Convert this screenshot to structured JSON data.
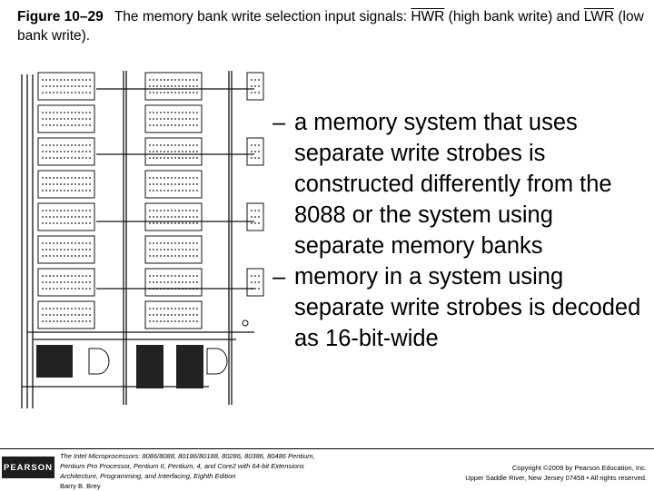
{
  "caption": {
    "figure_label": "Figure 10–29",
    "text_1": "The memory bank write selection input signals:",
    "hwr": "HWR",
    "text_2": "(high bank write) and",
    "lwr": "LWR",
    "text_3": "(low bank write)."
  },
  "bullets": [
    {
      "dash": "–",
      "text": "a memory system that uses separate write strobes is constructed differently from the 8088 or the system using separate memory banks"
    },
    {
      "dash": "–",
      "text": "memory in a system using separate write strobes is decoded as 16-bit-wide"
    }
  ],
  "footer": {
    "logo": "PEARSON",
    "book_lines": [
      "The Intel Microprocessors: 8086/8088, 80186/80188, 80286, 80386, 80486 Pentium,",
      "Pentium Pro Processor, Pentium II, Pentium, 4, and Core2 with 64-bit Extensions",
      "Architecture, Programming, and Interfacing, Eighth Edition",
      "Barry B. Brey"
    ],
    "copyright_lines": [
      "Copyright ©2009 by Pearson Education, Inc.",
      "Upper Saddle River, New Jersey 07458 • All rights reserved."
    ]
  }
}
